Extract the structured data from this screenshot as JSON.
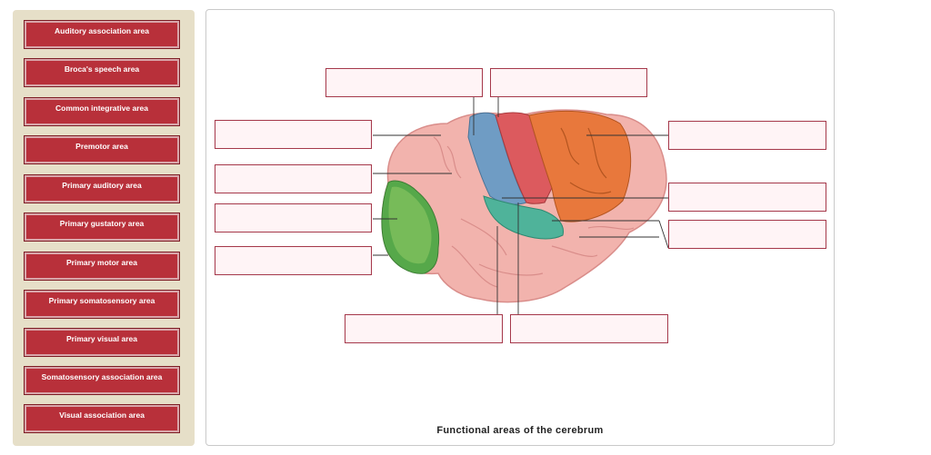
{
  "labels": [
    "Auditory association area",
    "Broca's speech area",
    "Common integrative area",
    "Premotor area",
    "Primary auditory area",
    "Primary gustatory area",
    "Primary motor area",
    "Primary somatosensory area",
    "Primary visual area",
    "Somatosensory association area",
    "Visual association area"
  ],
  "caption": "Functional areas of the cerebrum",
  "colors": {
    "label_bg": "#b8303a",
    "sidebar_bg": "#e6dfc8",
    "drop_border": "#a5384a",
    "drop_bg": "#fff4f6",
    "cortex": "#f2b3ad",
    "frontal_orange": "#e8783c",
    "motor_red": "#dc5a5e",
    "somato_blue": "#6f9cc4",
    "temporal_teal": "#4fb39a",
    "occipital_green": "#56a84a"
  }
}
